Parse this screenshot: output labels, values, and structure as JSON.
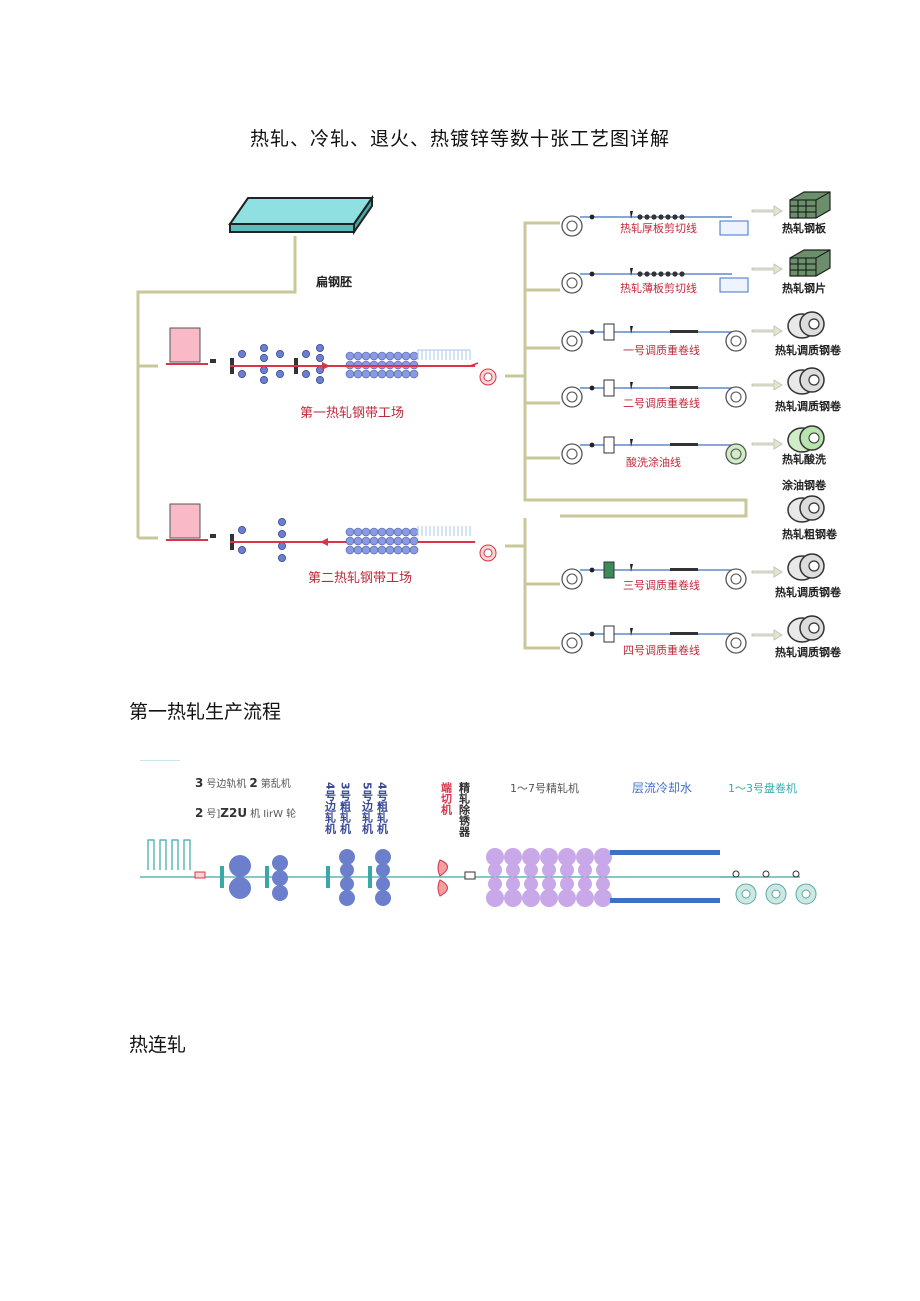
{
  "doc_title": "热轧、冷轧、退火、热镀锌等数十张工艺图详解",
  "figure1": {
    "slab_label": "扁钢胚",
    "plant1": "第一热轧钢带工场",
    "plant2": "第二热轧钢带工场",
    "lines": [
      "热轧厚板剪切线",
      "热轧薄板剪切线",
      "一号调质重卷线",
      "二号调质重卷线",
      "酸洗涂油线",
      "三号调质重卷线",
      "四号调质重卷线"
    ],
    "products": [
      "热轧钢板",
      "热轧钢片",
      "热轧调质钢卷",
      "热轧调质钢卷",
      "热轧酸洗",
      "涂油钢卷",
      "热轧粗钢卷",
      "热轧调质钢卷",
      "热轧调质钢卷"
    ]
  },
  "caption1": "第一热轧生产流程",
  "figure2": {
    "row1": [
      "3",
      "号边轨机",
      "2",
      "第乱机"
    ],
    "row2": [
      "2",
      "号]",
      "Z2U",
      "机 IirW 轮"
    ],
    "col_4": "4号边轧机",
    "col_3": "3号粗轧机",
    "col_5": "5号边轧机",
    "col_4b": "4号粗轧机",
    "crop_shear": "端切机",
    "descaler": "精轧除锈器",
    "finishing": "1～7号精轧机",
    "cooling": "层流冷却水",
    "coiler": "1～3号盘卷机"
  },
  "caption2": "热连轧",
  "colors": {
    "pink": "#d9344a",
    "blue": "#3f70c8",
    "violet": "#c9a8ea",
    "line": "#c8c89a"
  }
}
